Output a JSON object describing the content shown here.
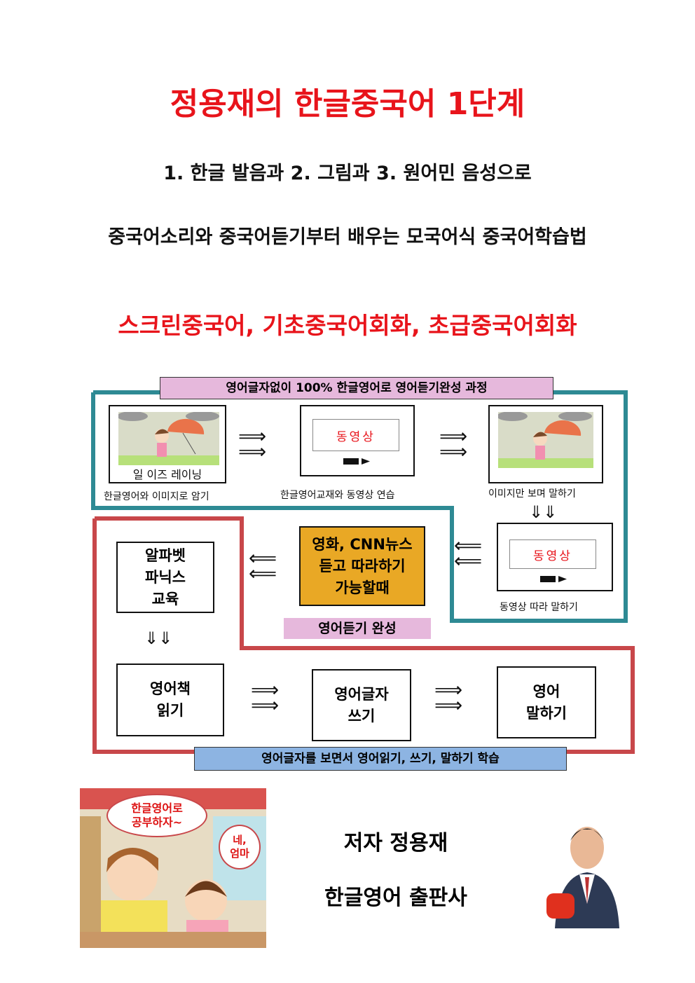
{
  "title": "정용재의 한글중국어 1단계",
  "subtitle1": "1. 한글 발음과 2. 그림과 3. 원어민 음성으로",
  "subtitle2": "중국어소리와 중국어듣기부터 배우는 모국어식 중국어학습법",
  "keywords": "스크린중국어, 기초중국어회화, 초급중국어회화",
  "diagram": {
    "top_banner": "영어글자없이 100% 한글영어로 영어듣기완성 과정",
    "step1_caption": "일 이즈 레이닝",
    "step1_label": "한글영어와 이미지로 암기",
    "video_text": "동영상",
    "step2_label": "한글영어교재와 동영상 연습",
    "step3_label": "이미지만 보며 말하기",
    "step4_label": "동영상 따라 말하기",
    "orange_box": [
      "영화, CNN뉴스",
      "듣고 따라하기",
      "가능할때"
    ],
    "listening_done": "영어듣기 완성",
    "phonics_box": [
      "알파벳",
      "파닉스",
      "교육"
    ],
    "read_box": [
      "영어책",
      "읽기"
    ],
    "write_box": [
      "영어글자",
      "쓰기"
    ],
    "speak_box": [
      "영어",
      "말하기"
    ],
    "bottom_banner": "영어글자를 보면서 영어읽기, 쓰기, 말하기 학습"
  },
  "comic": {
    "bubble1": [
      "한글영어로",
      "공부하자~"
    ],
    "bubble2": [
      "네,",
      "엄마"
    ]
  },
  "author": "저자 정용재",
  "publisher": "한글영어 출판사",
  "colors": {
    "red": "#e8141b",
    "teal": "#2e8a94",
    "border_red": "#c8474a",
    "pink": "#e6b8dc",
    "orange": "#e9a825",
    "blue": "#8db4e2"
  }
}
